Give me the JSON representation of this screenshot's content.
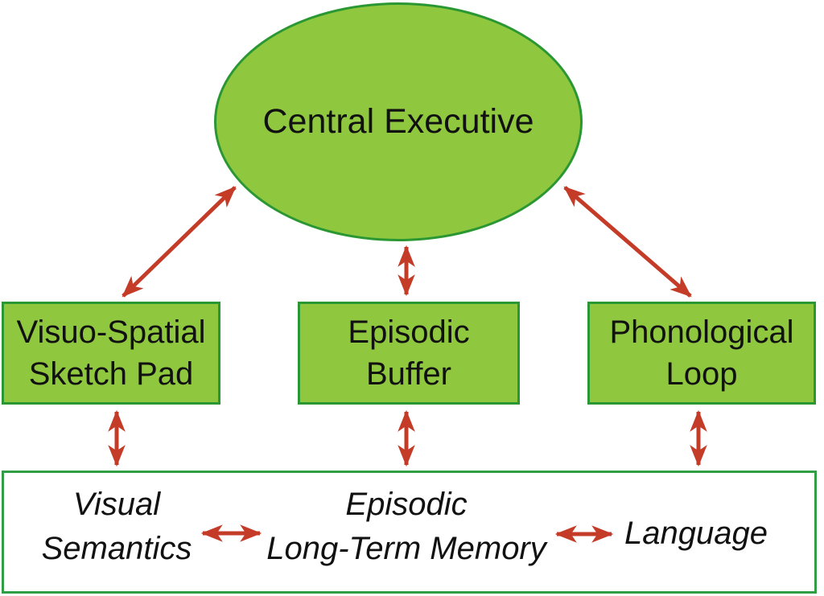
{
  "diagram": {
    "colors": {
      "node_fill": "#8fc73f",
      "node_border": "#2a9733",
      "container_border": "#2f9e44",
      "arrow_red": "#c43b28",
      "text": "#111111",
      "background": "#ffffff"
    },
    "nodes": {
      "central_executive": {
        "label": "Central Executive"
      },
      "visuo_spatial_sketch_pad": {
        "lines": [
          "Visuo-Spatial",
          "Sketch Pad"
        ]
      },
      "episodic_buffer": {
        "lines": [
          "Episodic",
          "Buffer"
        ]
      },
      "phonological_loop": {
        "lines": [
          "Phonological",
          "Loop"
        ]
      },
      "visual_semantics": {
        "lines": [
          "Visual",
          "Semantics"
        ]
      },
      "episodic_long_term_memory": {
        "lines": [
          "Episodic",
          "Long-Term Memory"
        ]
      },
      "language": {
        "label": "Language"
      }
    },
    "edges": [
      {
        "from": "central_executive",
        "to": "visuo_spatial_sketch_pad",
        "style": "bidirectional"
      },
      {
        "from": "central_executive",
        "to": "episodic_buffer",
        "style": "bidirectional"
      },
      {
        "from": "central_executive",
        "to": "phonological_loop",
        "style": "bidirectional"
      },
      {
        "from": "visuo_spatial_sketch_pad",
        "to": "visual_semantics",
        "style": "bidirectional"
      },
      {
        "from": "episodic_buffer",
        "to": "episodic_long_term_memory",
        "style": "bidirectional"
      },
      {
        "from": "phonological_loop",
        "to": "language",
        "style": "bidirectional"
      },
      {
        "from": "visual_semantics",
        "to": "episodic_long_term_memory",
        "style": "bidirectional"
      },
      {
        "from": "episodic_long_term_memory",
        "to": "language",
        "style": "bidirectional"
      }
    ]
  }
}
